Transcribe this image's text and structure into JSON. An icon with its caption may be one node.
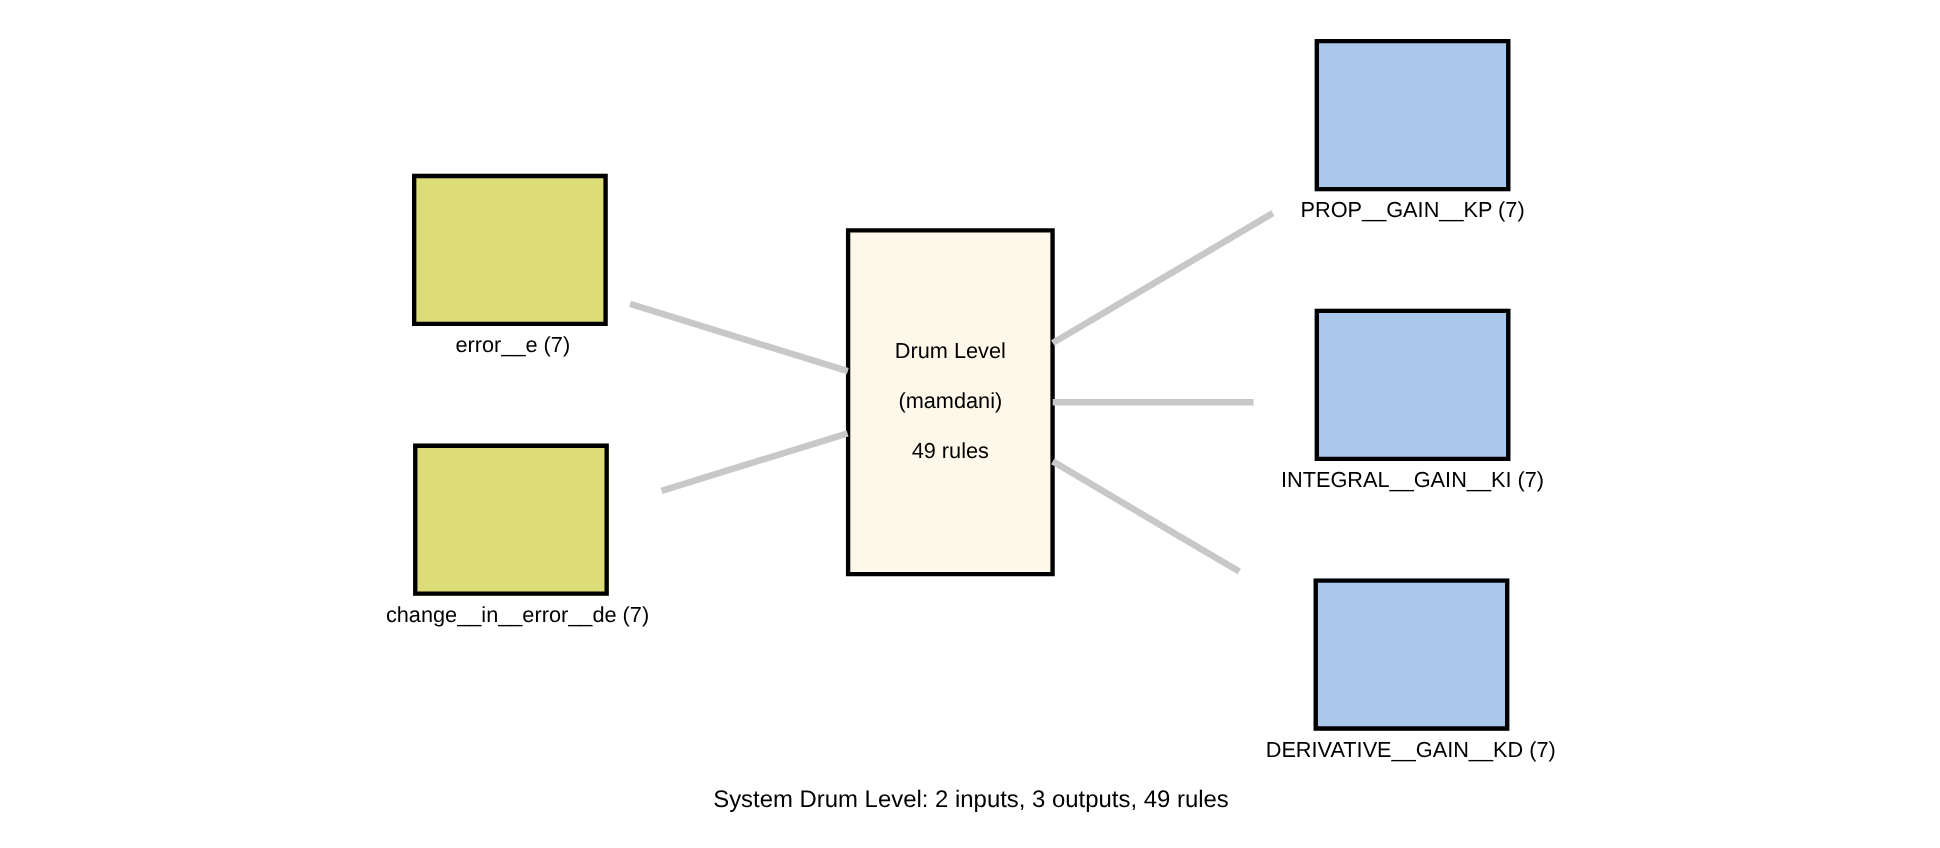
{
  "diagram": {
    "caption": "System Drum Level: 2 inputs, 3 outputs, 49 rules",
    "nodes": [
      {
        "text": [],
        "shape": "box",
        "beside": [
          "error__e (7)"
        ]
      },
      {
        "text": [],
        "shape": "box",
        "beside": [
          "change__in__error__de (7)"
        ]
      },
      {
        "text": [
          "Drum Level",
          "(mamdani)",
          "49 rules"
        ]
      },
      {
        "text": [],
        "shape": "box",
        "beside": [
          "PROP__GAIN__KP (7)"
        ]
      },
      {
        "text": [],
        "shape": "box",
        "beside": [
          "INTEGRAL__GAIN__KI (7)"
        ]
      },
      {
        "text": [],
        "shape": "box",
        "beside": [
          "DERIVATIVE__GAIN__KD (7)"
        ]
      }
    ],
    "edges": [
      {
        "from": 0,
        "to": 2,
        "arrow": "none"
      },
      {
        "from": 1,
        "to": 2,
        "arrow": "none"
      },
      {
        "from": 2,
        "to": 3,
        "arrow": "none"
      },
      {
        "from": 2,
        "to": 4,
        "arrow": "none"
      },
      {
        "from": 2,
        "to": 5,
        "arrow": "none"
      }
    ]
  }
}
